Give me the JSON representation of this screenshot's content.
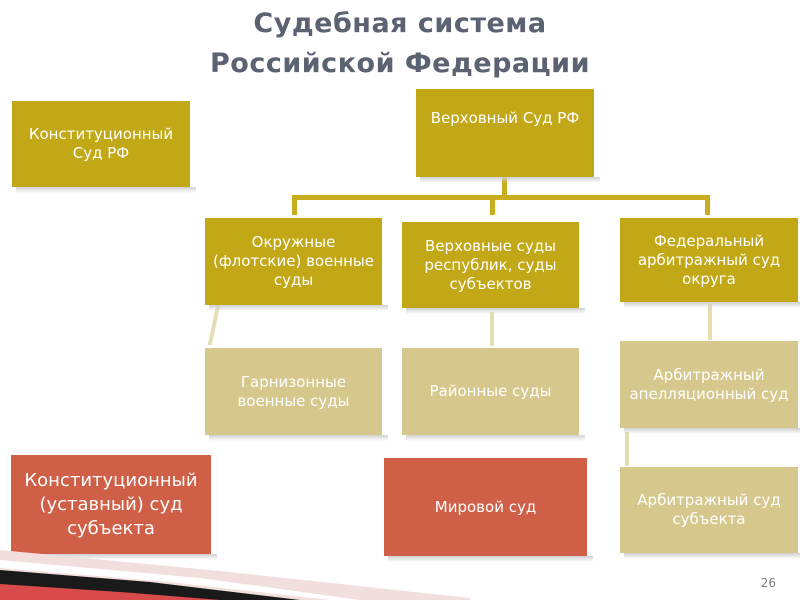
{
  "title": {
    "line1": "Судебная система",
    "line2": "Российской Федерации"
  },
  "boxes": {
    "constitutional_rf": "Конституционный Суд РФ",
    "supreme_rf": "Верховный Суд РФ",
    "district_military": "Окружные (флотские) военные суды",
    "supreme_regional": "Верховные суды республик, суды субъектов",
    "federal_arbitration": "Федеральный арбитражный суд округа",
    "garrison": "Гарнизонные военные суды",
    "district_courts": "Районные суды",
    "appellate_arbitration": "Арбитражный апелляционный суд",
    "constitutional_subject": "Конституционный (уставный) суд субъекта",
    "magistrate": "Мировой суд",
    "subject_arbitration": "Арбитражный суд субъекта"
  },
  "slide_number": "26",
  "colors": {
    "gold": "#c2a817",
    "light_gold": "#d6c88c",
    "red": "#cf5f47",
    "title": "#5b6271"
  }
}
